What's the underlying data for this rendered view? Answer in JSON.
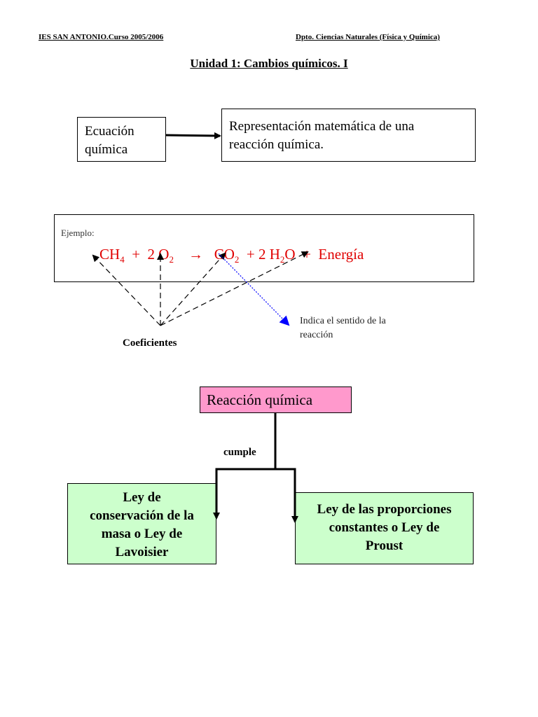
{
  "header": {
    "left": "IES SAN ANTONIO.Curso 2005/2006",
    "right": "Dpto. Ciencias Naturales (Física y Química)"
  },
  "title": "Unidad 1: Cambios químicos. I",
  "definition": {
    "term_line1": "Ecuación",
    "term_line2": "química",
    "meaning_line1": "Representación matemática de una",
    "meaning_line2": "reacción química."
  },
  "example": {
    "label": "Ejemplo:",
    "ch": "CH",
    "ch_sub": "4",
    "plus1": "+",
    "coef1": "2",
    "o": "O",
    "o_sub": "2",
    "arrow": "→",
    "co": "CO",
    "co_sub": "2",
    "plus2": "+",
    "coef2": "2",
    "h": "H",
    "h_sub": "2",
    "h_rest": "O",
    "plus3": "+",
    "energy": "Energía",
    "coefficients_label": "Coeficientes",
    "arrow_note_line1": "Indica el sentido de la",
    "arrow_note_line2": "reacción"
  },
  "concept_map": {
    "root": "Reacción química",
    "link": "cumple",
    "left_line1": "Ley de",
    "left_line2": "conservación de la",
    "left_line3": "masa o Ley de",
    "left_line4": "Lavoisier",
    "right_line1": "Ley de las proporciones",
    "right_line2": "constantes o Ley de",
    "right_line3": "Proust"
  },
  "colors": {
    "equation": "#e00000",
    "note_arrow": "#0000ff",
    "root_box": "#ff99cc",
    "law_boxes": "#ccffcc"
  }
}
